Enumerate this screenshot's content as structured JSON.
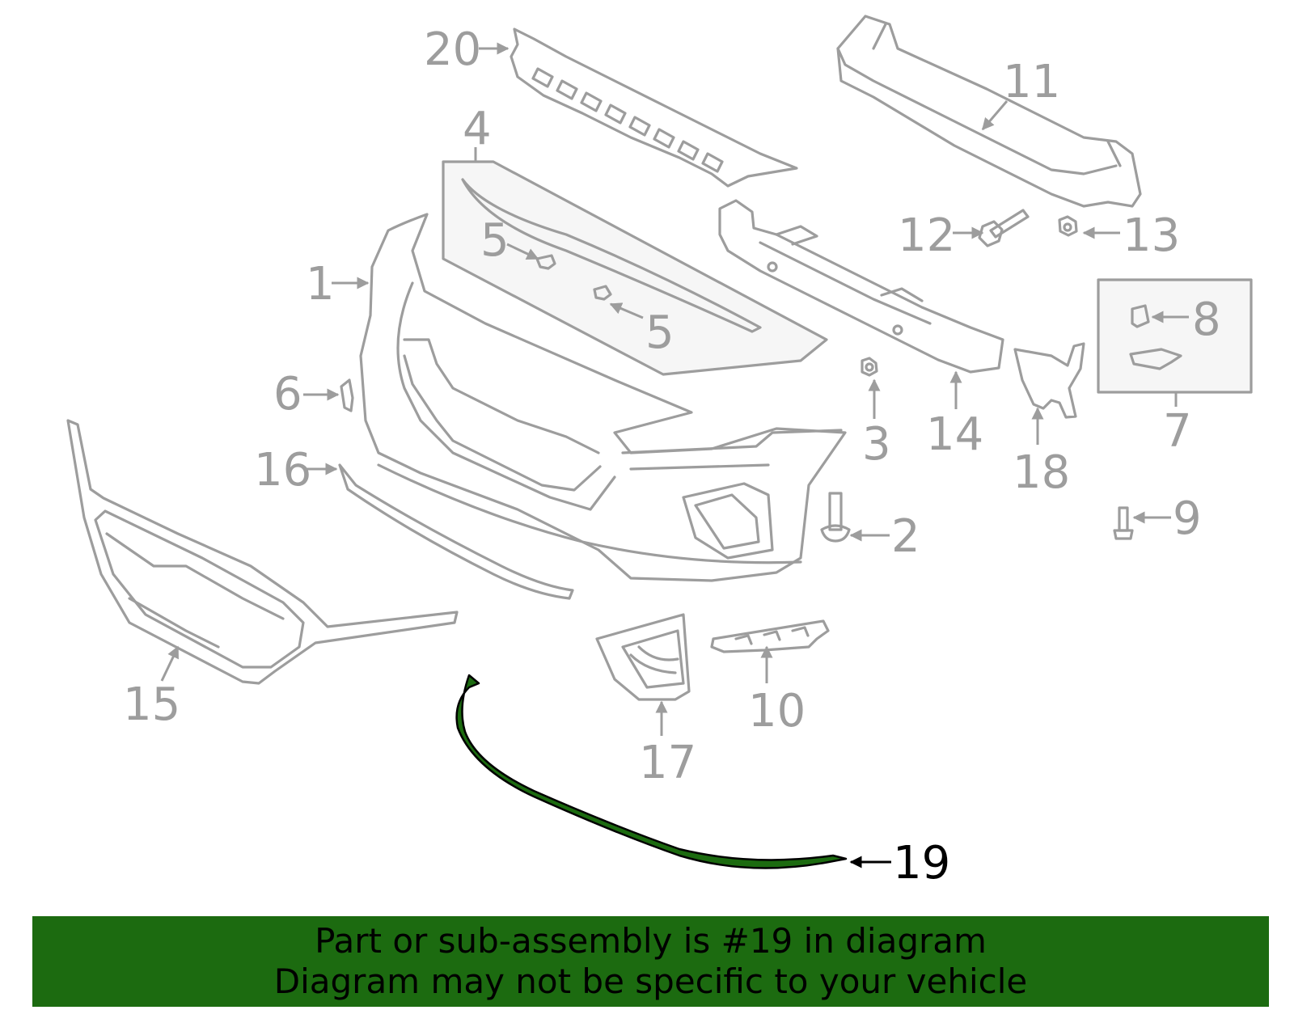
{
  "diagram": {
    "highlight_color": "#1c6b10",
    "part_color": "#9d9d9d",
    "callouts": [
      {
        "id": "1",
        "label": "1"
      },
      {
        "id": "2",
        "label": "2"
      },
      {
        "id": "3",
        "label": "3"
      },
      {
        "id": "4",
        "label": "4"
      },
      {
        "id": "5a",
        "label": "5"
      },
      {
        "id": "5b",
        "label": "5"
      },
      {
        "id": "6",
        "label": "6"
      },
      {
        "id": "7",
        "label": "7"
      },
      {
        "id": "8",
        "label": "8"
      },
      {
        "id": "9",
        "label": "9"
      },
      {
        "id": "10",
        "label": "10"
      },
      {
        "id": "11",
        "label": "11"
      },
      {
        "id": "12",
        "label": "12"
      },
      {
        "id": "13",
        "label": "13"
      },
      {
        "id": "14",
        "label": "14"
      },
      {
        "id": "15",
        "label": "15"
      },
      {
        "id": "16",
        "label": "16"
      },
      {
        "id": "17",
        "label": "17"
      },
      {
        "id": "18",
        "label": "18"
      },
      {
        "id": "19",
        "label": "19",
        "highlighted": true
      },
      {
        "id": "20",
        "label": "20"
      }
    ]
  },
  "banner": {
    "line1": "Part or sub-assembly is #19 in diagram",
    "line2": "Diagram may not be specific to your vehicle"
  }
}
